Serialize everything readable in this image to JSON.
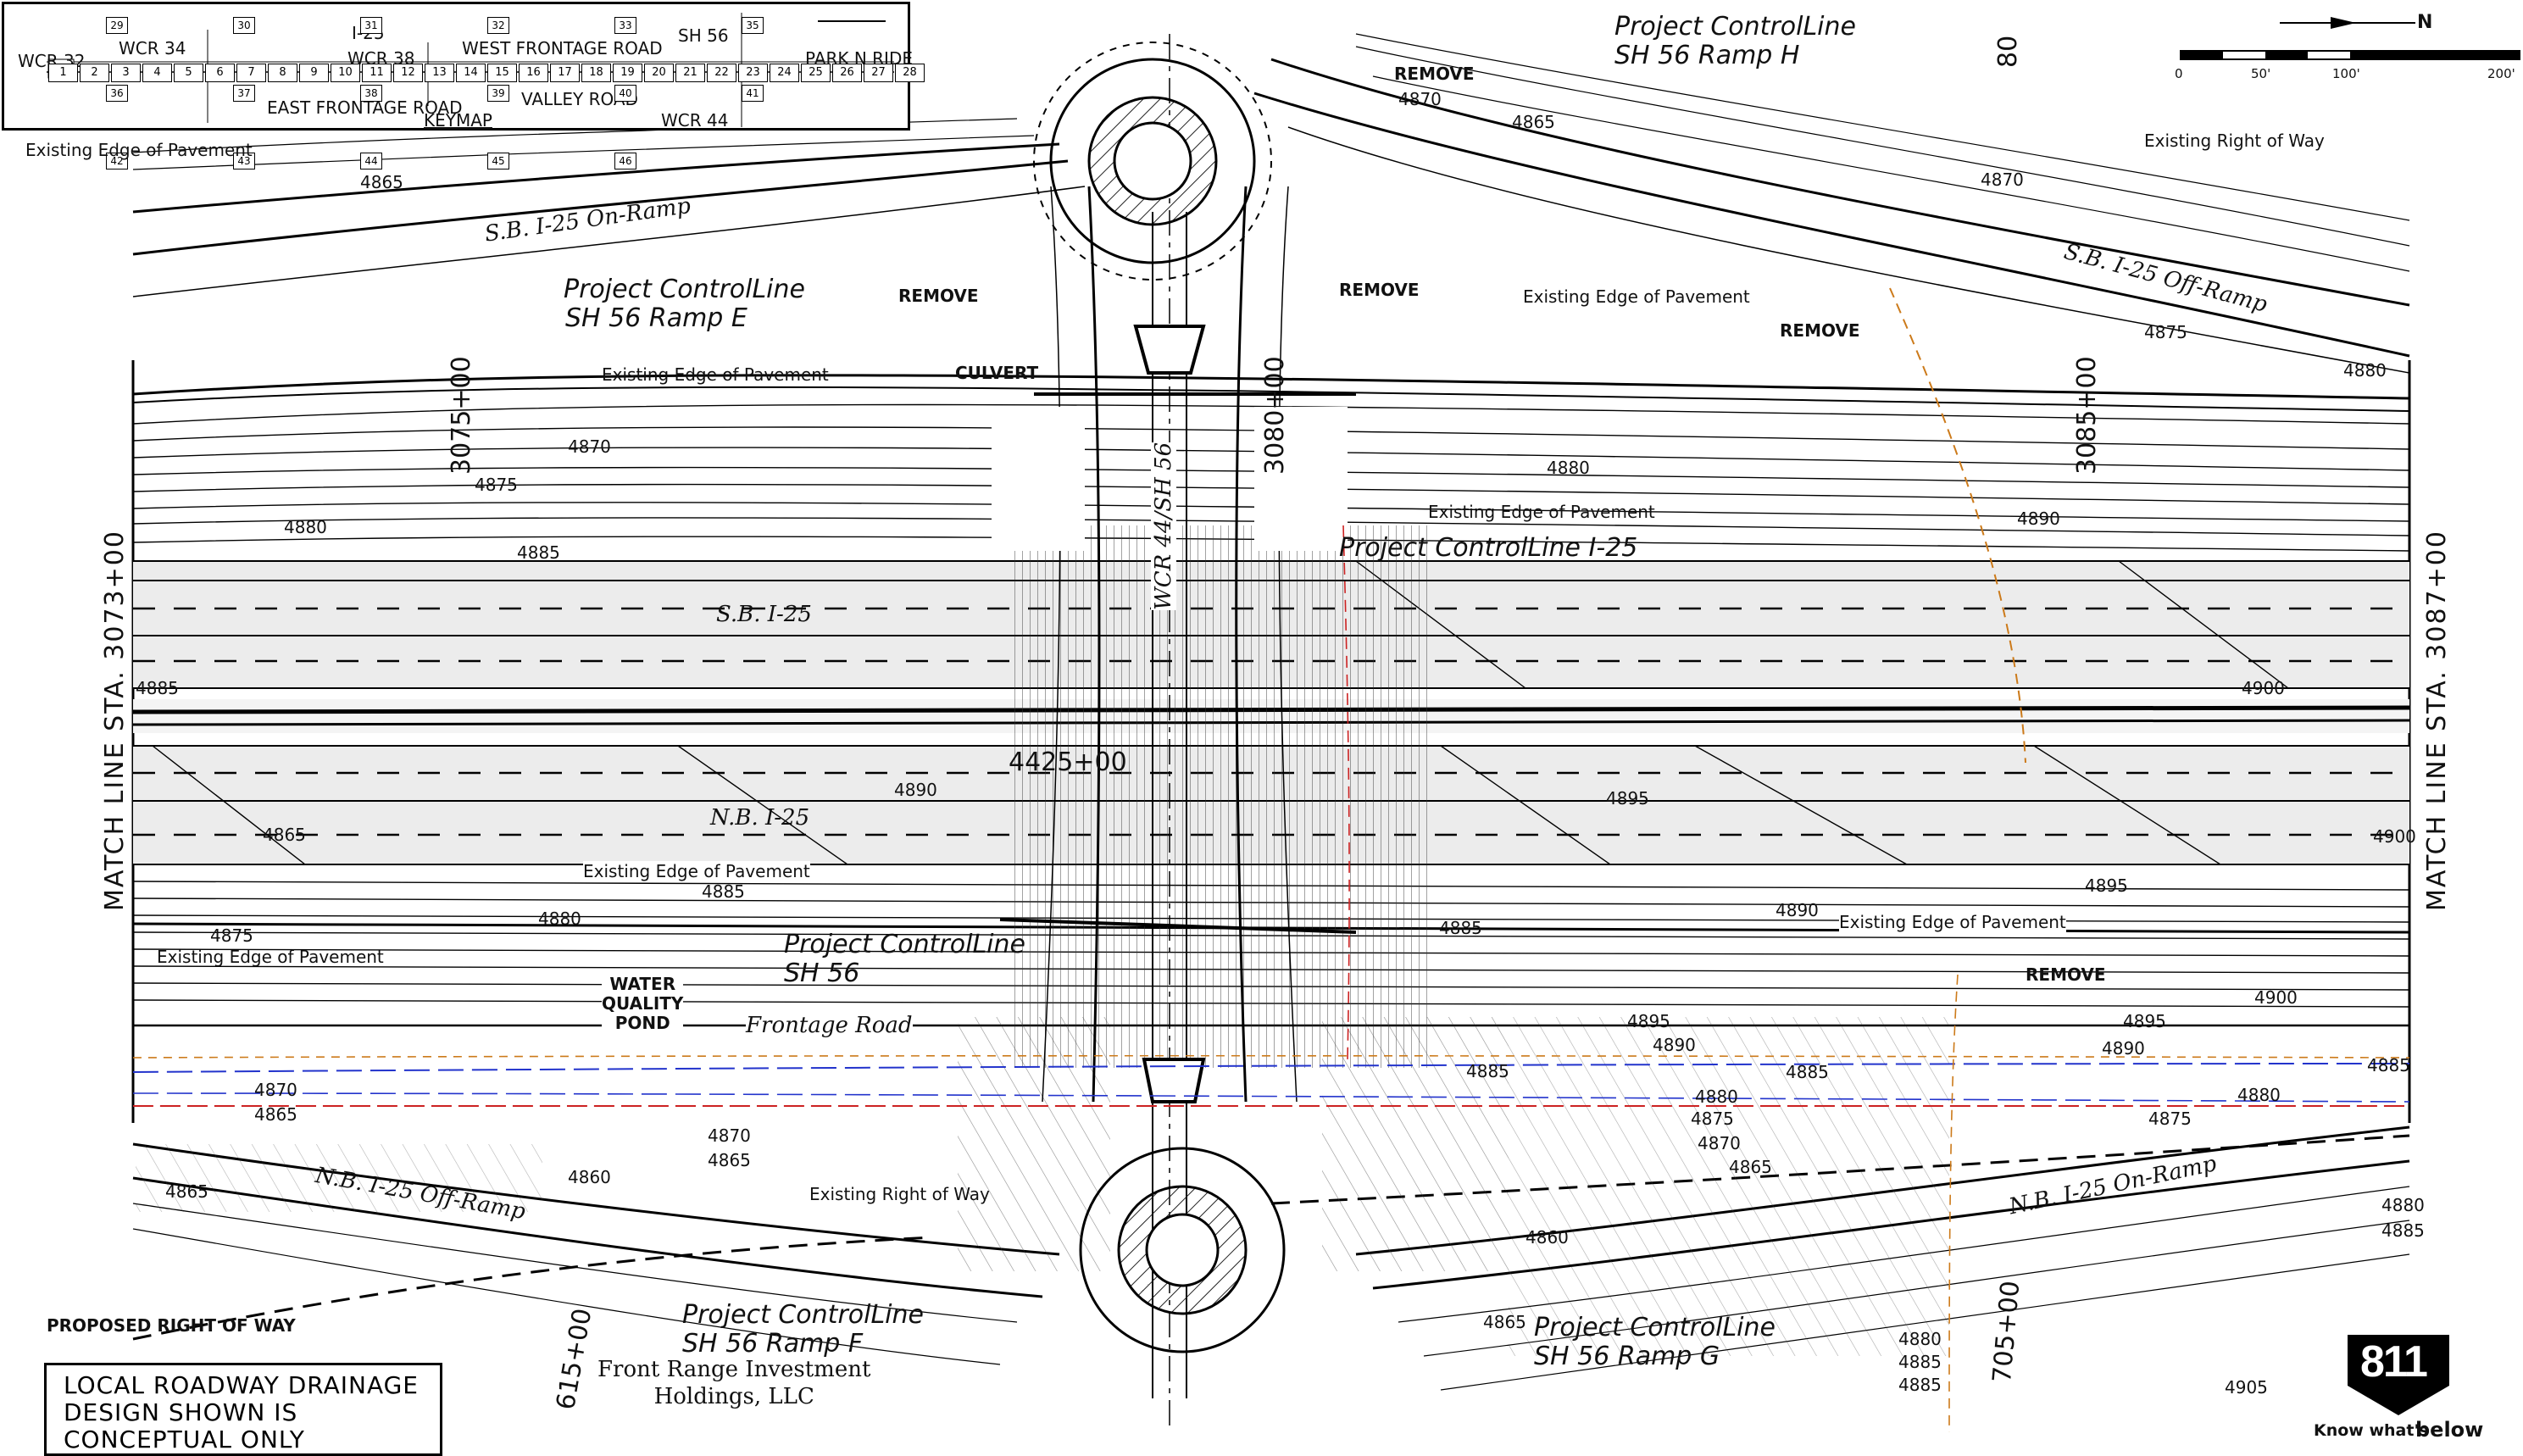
{
  "keymap": {
    "title": "KEYMAP",
    "roads": {
      "wcr32": "WCR 32",
      "wcr34": "WCR 34",
      "i25": "I-25",
      "wcr38": "WCR 38",
      "west_frontage": "WEST FRONTAGE ROAD",
      "sh56": "SH 56",
      "park_n_ride": "PARK N RIDE",
      "east_frontage": "EAST FRONTAGE ROAD",
      "valley_road": "VALLEY ROAD",
      "wcr44": "WCR 44"
    },
    "sheets_main": [
      "1",
      "2",
      "3",
      "4",
      "5",
      "6",
      "7",
      "8",
      "9",
      "10",
      "11",
      "12",
      "13",
      "14",
      "15",
      "16",
      "17",
      "18",
      "19",
      "20",
      "21",
      "22",
      "23",
      "24",
      "25",
      "26",
      "27",
      "28"
    ],
    "sheets_other": [
      "29",
      "30",
      "31",
      "32",
      "33",
      "35",
      "36",
      "37",
      "38",
      "39",
      "40",
      "41",
      "42",
      "43",
      "44",
      "45",
      "46"
    ]
  },
  "scale_bar": {
    "labels": [
      "0",
      "50'",
      "100'",
      "200'"
    ],
    "north": "N"
  },
  "match_lines": {
    "left": "MATCH LINE STA. 3073+00",
    "right": "MATCH LINE STA. 3087+00"
  },
  "stations": {
    "s3075": "3075+00",
    "s3080": "3080+00",
    "s3085": "3085+00",
    "s4425": "4425+00",
    "s615": "615+00",
    "s705": "705+00",
    "s80": "80"
  },
  "control_lines": {
    "ramp_h": {
      "line1": "Project ControlLine",
      "line2": "SH 56 Ramp H"
    },
    "ramp_e": {
      "line1": "Project ControlLine",
      "line2": "SH 56 Ramp E"
    },
    "i25": {
      "line1": "Project ControlLine  I-25"
    },
    "sh56": {
      "line1": "Project ControlLine",
      "line2": "SH 56"
    },
    "ramp_f": {
      "line1": "Project ControlLine",
      "line2": "SH 56 Ramp F"
    },
    "ramp_g": {
      "line1": "Project ControlLine",
      "line2": "SH 56 Ramp G"
    }
  },
  "roads": {
    "sb_onramp": "S.B. I-25 On-Ramp",
    "sb_offramp": "S.B. I-25 Off-Ramp",
    "sb_i25": "S.B. I-25",
    "nb_i25": "N.B. I-25",
    "nb_offramp": "N.B. I-25 Off-Ramp",
    "nb_onramp": "N.B. I-25 On-Ramp",
    "frontage": "Frontage Road",
    "wcr44_sh56": "WCR 44/SH 56"
  },
  "annotations": {
    "edge_pavement": "Existing Edge of Pavement",
    "right_of_way": "Existing Right of Way",
    "remove": "REMOVE",
    "culvert": "CULVERT",
    "water_quality": [
      "WATER",
      "QUALITY",
      "POND"
    ],
    "proposed_row": "PROPOSED RIGHT OF WAY",
    "owner": [
      "Front Range Investment",
      "Holdings, LLC"
    ]
  },
  "contours": {
    "c4860": "4860",
    "c4865": "4865",
    "c4870": "4870",
    "c4875": "4875",
    "c4880": "4880",
    "c4885": "4885",
    "c4890": "4890",
    "c4895": "4895",
    "c4900": "4900",
    "c4905": "4905"
  },
  "note": [
    "LOCAL ROADWAY DRAINAGE",
    "DESIGN SHOWN IS",
    "CONCEPTUAL ONLY"
  ],
  "logo": {
    "number": "811",
    "tagline_a": "Know what's",
    "tagline_b": "below"
  }
}
